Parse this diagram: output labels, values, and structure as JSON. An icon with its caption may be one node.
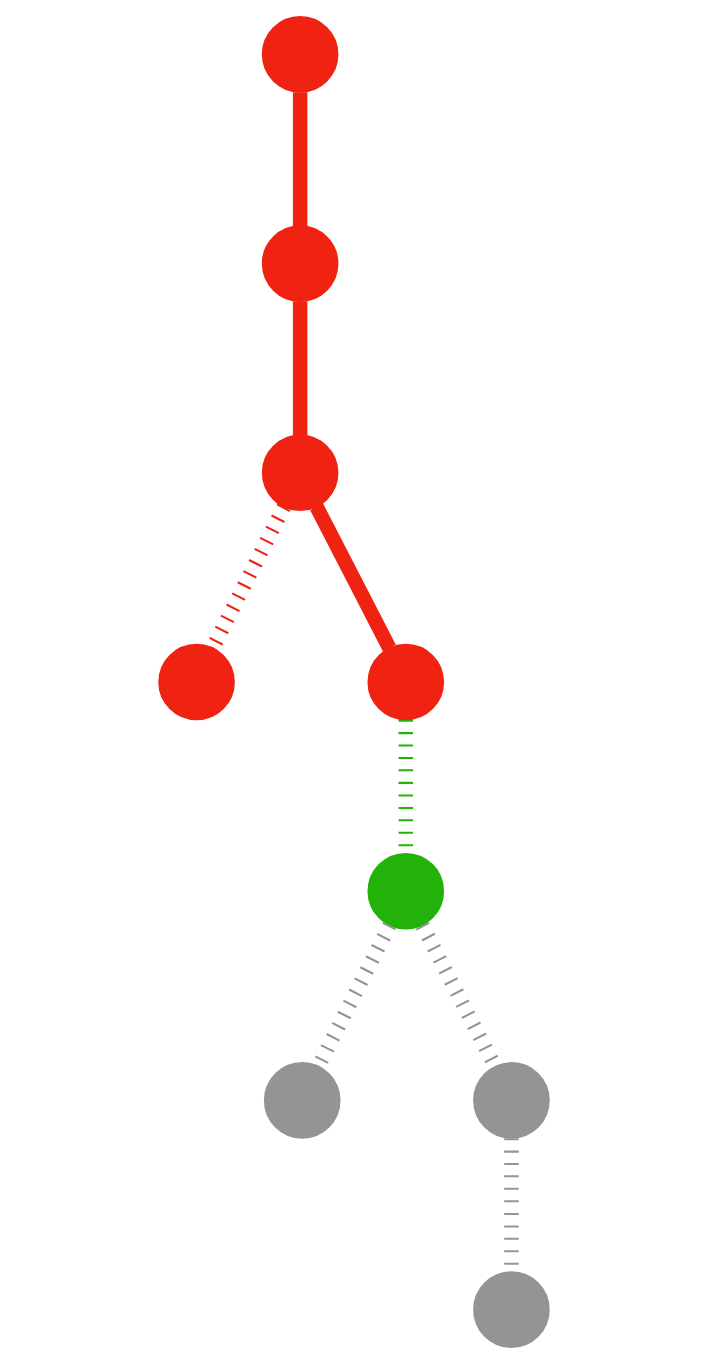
{
  "diagram": {
    "nodes": [
      {
        "text": [],
        "shape": "circle"
      },
      {
        "text": [],
        "shape": "circle"
      },
      {
        "text": [],
        "shape": "circle"
      },
      {
        "text": [],
        "shape": "circle"
      },
      {
        "text": [],
        "shape": "circle"
      },
      {
        "text": [],
        "shape": "circle"
      },
      {
        "text": [],
        "shape": "circle"
      },
      {
        "text": [],
        "shape": "circle"
      },
      {
        "text": [],
        "shape": "circle"
      }
    ],
    "edges": [
      {
        "from": 0,
        "to": 1,
        "arrow": "none"
      },
      {
        "from": 1,
        "to": 2,
        "arrow": "none"
      },
      {
        "from": 2,
        "to": 3,
        "arrow": "none",
        "style": "dashed"
      },
      {
        "from": 2,
        "to": 4,
        "arrow": "none"
      },
      {
        "from": 4,
        "to": 5,
        "arrow": "none",
        "style": "dashed",
        "color": "#22b20a"
      },
      {
        "from": 5,
        "to": 6,
        "arrow": "none",
        "style": "dashed",
        "color": "#949494"
      },
      {
        "from": 5,
        "to": 7,
        "arrow": "none",
        "style": "dashed",
        "color": "#949494"
      },
      {
        "from": 7,
        "to": 8,
        "arrow": "none",
        "style": "dashed",
        "color": "#949494"
      }
    ]
  }
}
